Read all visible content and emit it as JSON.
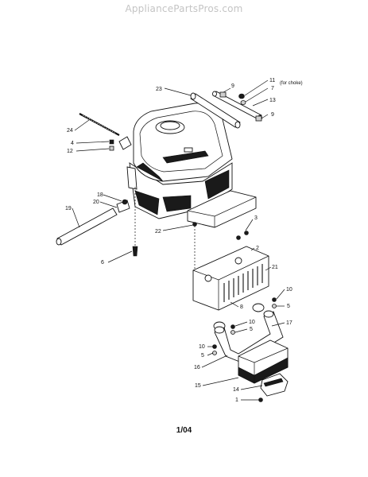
{
  "watermark": "AppliancePartsPros.com",
  "note_choke": "(for choke)",
  "page_code": "1/04",
  "callouts": [
    "23",
    "9",
    "11",
    "7",
    "13",
    "9",
    "24",
    "4",
    "12",
    "18",
    "20",
    "19",
    "22",
    "3",
    "2",
    "6",
    "21",
    "10",
    "5",
    "8",
    "10",
    "5",
    "17",
    "10",
    "5",
    "16",
    "15",
    "14",
    "1"
  ]
}
